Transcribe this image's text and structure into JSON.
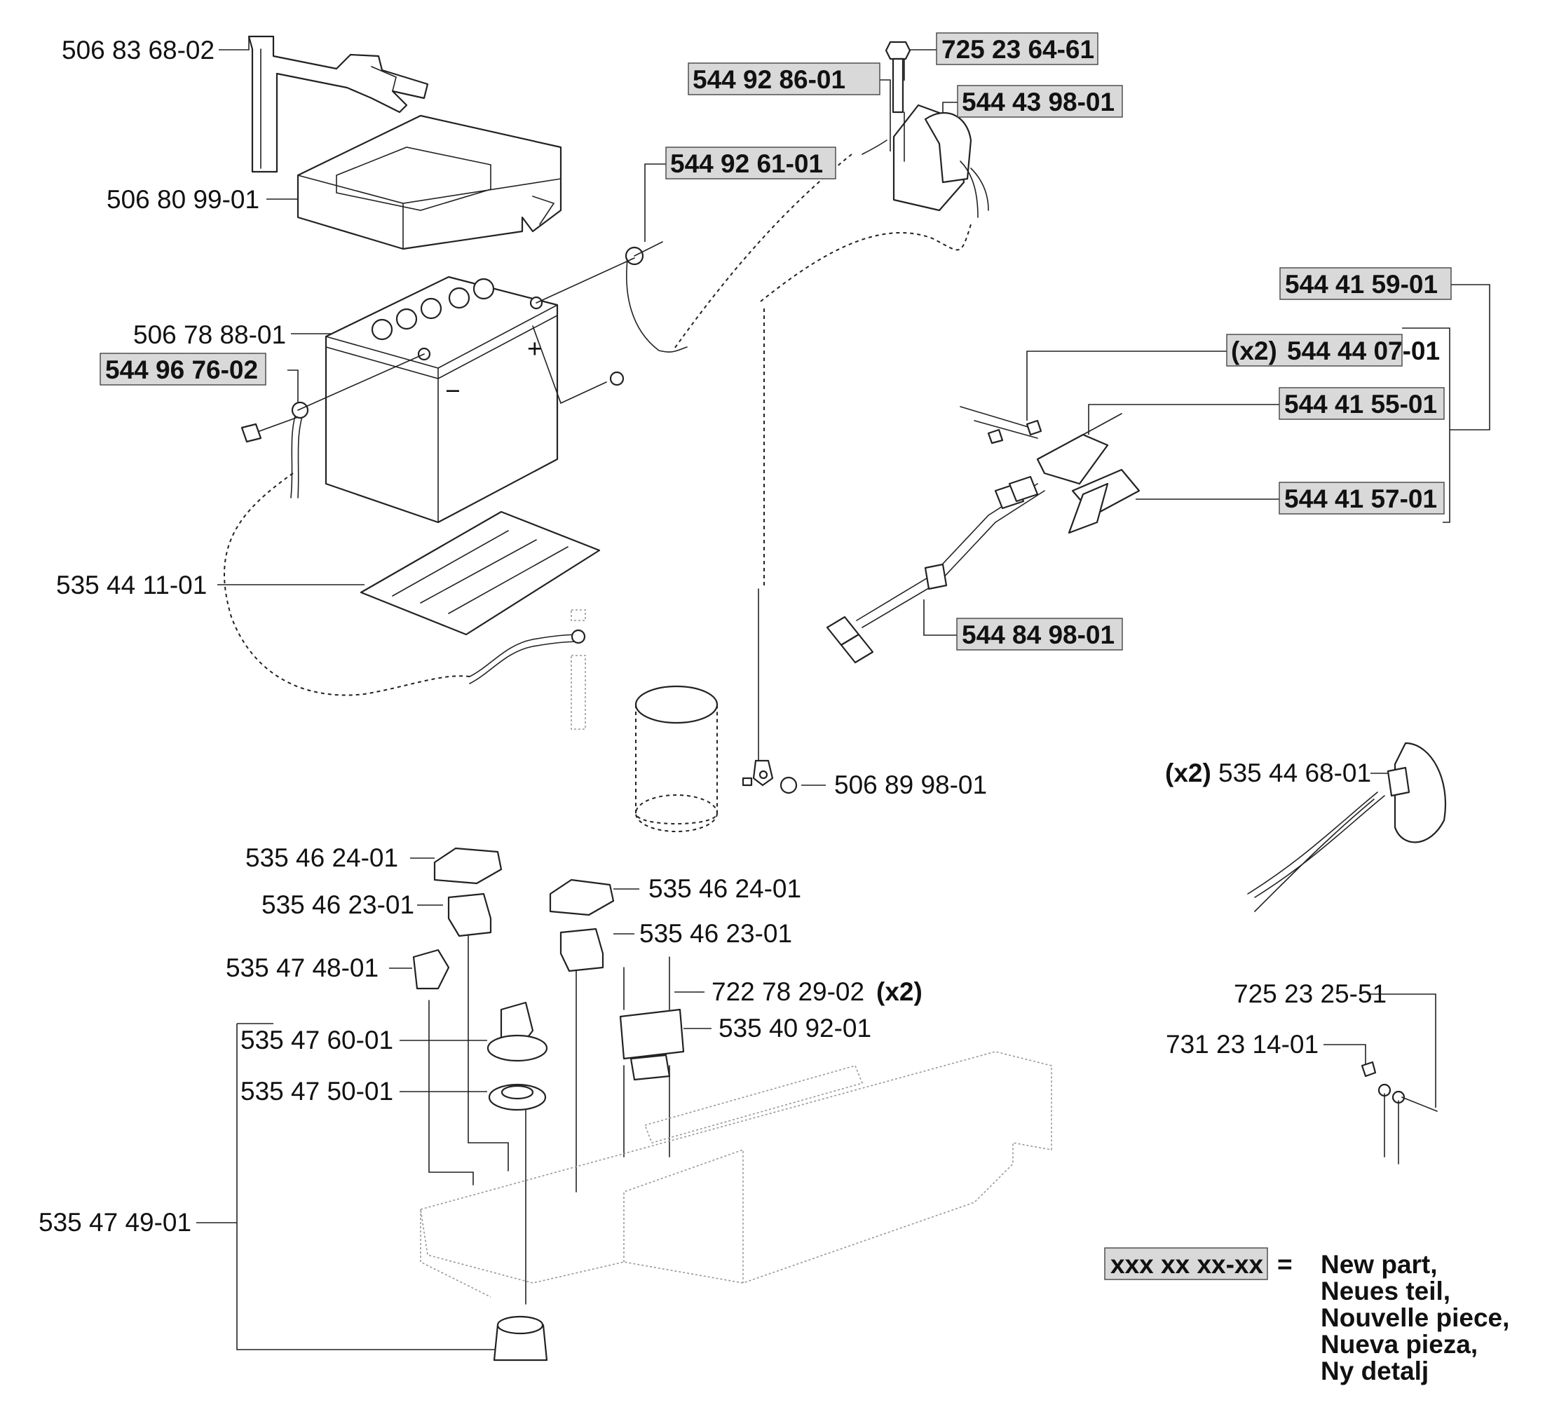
{
  "labels": {
    "p506836802": "506 83 68-02",
    "p506809901": "506 80 99-01",
    "p506788801": "506 78 88-01",
    "p544967602": "544 96 76-02",
    "p535441101": "535 44 11-01",
    "p725236461": "725 23 64-61",
    "p544928601": "544 92 86-01",
    "p544439801": "544 43 98-01",
    "p544926101": "544 92 61-01",
    "p544415901": "544 41 59-01",
    "p544440701_qty": "(x2)",
    "p544440701": "544 44 07-01",
    "p544415501": "544 41 55-01",
    "p544415701": "544 41 57-01",
    "p544849801": "544 84 98-01",
    "p535446801_qty": "(x2)",
    "p535446801": "535 44 68-01",
    "p506899801": "506 89 98-01",
    "p535462401a": "535 46 24-01",
    "p535462301a": "535 46 23-01",
    "p535462401b": "535 46 24-01",
    "p535462301b": "535 46 23-01",
    "p535474801": "535 47 48-01",
    "p722782902": "722 78 29-02",
    "p722782902_qty": "(x2)",
    "p535476001": "535 47 60-01",
    "p535409201": "535 40 92-01",
    "p535475001": "535 47 50-01",
    "p535474901": "535 47 49-01",
    "p725232551": "725 23 25-51",
    "p731231401": "731 23 14-01"
  },
  "legend": {
    "sample": "xxx xx xx-xx",
    "equals": "=",
    "lines": [
      "New part,",
      "Neues teil,",
      "Nouvelle piece,",
      "Nueva pieza,",
      "Ny detalj"
    ]
  }
}
